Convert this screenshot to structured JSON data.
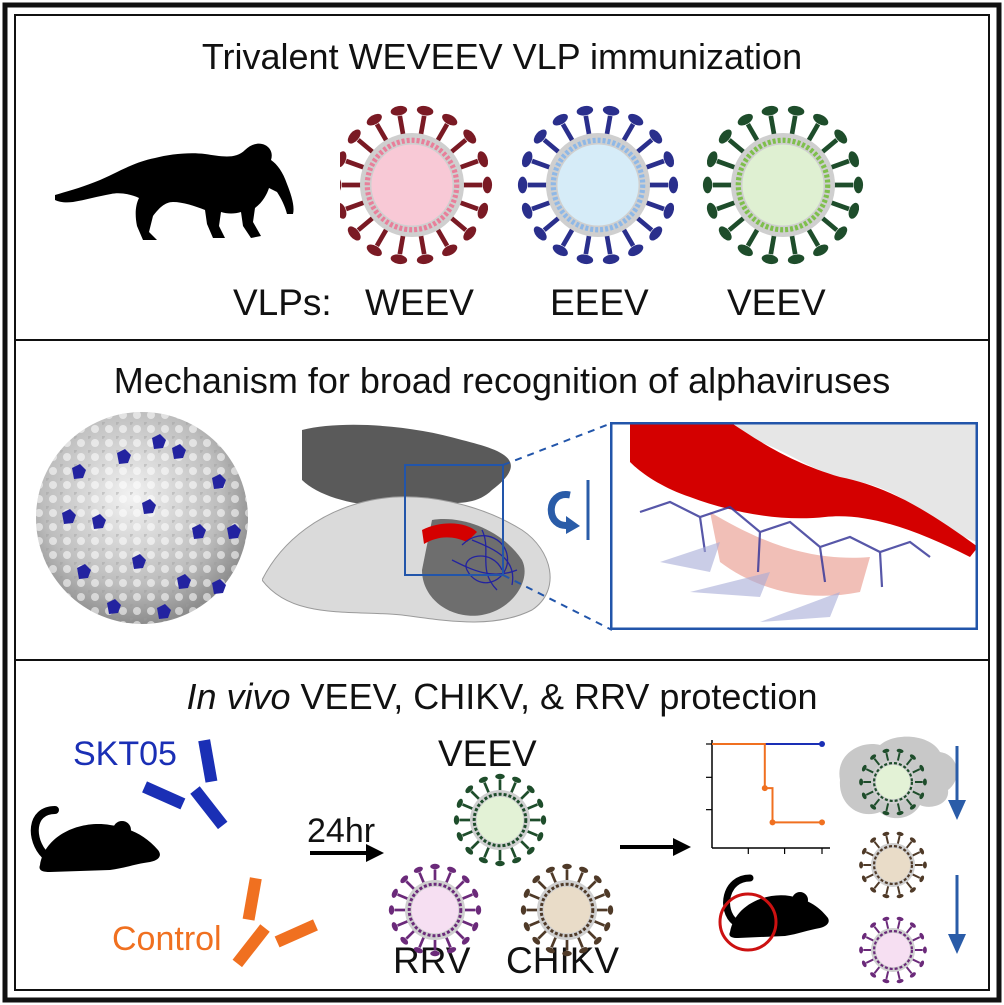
{
  "panel1": {
    "title": "Trivalent WEVEEV VLP immunization",
    "vlps_label": "VLPs:",
    "particles": [
      {
        "label": "WEEV",
        "spike": "#7a1a24",
        "shell": "#d9d9d9",
        "membrane": "#e87f9a",
        "core": "#f8c9d6"
      },
      {
        "label": "EEEV",
        "spike": "#2a2f8c",
        "shell": "#d9d9d9",
        "membrane": "#8fb8e6",
        "core": "#d6ecf8"
      },
      {
        "label": "VEEV",
        "spike": "#1e4d2b",
        "shell": "#d9d9d9",
        "membrane": "#7fbf4d",
        "core": "#dff0d2"
      }
    ],
    "animal_icon": "macaque-silhouette-icon"
  },
  "panel2": {
    "title": "Mechanism for broad recognition of alphaviruses",
    "colors": {
      "epitope": "#d40000",
      "antibody": "#2323a0",
      "frame": "#2255aa"
    }
  },
  "panel3": {
    "title_italic": "In vivo",
    "title_rest": " VEEV, CHIKV, & RRV protection",
    "antibody_label": "SKT05",
    "control_label": "Control",
    "time_label": "24hr",
    "viruses": [
      {
        "label": "VEEV",
        "spike": "#1e4d2b",
        "core": "#e3f2d6"
      },
      {
        "label": "RRV",
        "spike": "#6b2a7a",
        "core": "#f6dff2"
      },
      {
        "label": "CHIKV",
        "spike": "#4f3a28",
        "core": "#e9dcc8"
      }
    ],
    "colors": {
      "skt05": "#1a2fb5",
      "control": "#f07020",
      "arrow": "#2a5ca8"
    },
    "survival": {
      "type": "line",
      "series": [
        {
          "color": "#1a2fb5",
          "points": [
            [
              0,
              1
            ],
            [
              1,
              1
            ]
          ]
        },
        {
          "color": "#f07020",
          "points": [
            [
              0,
              1
            ],
            [
              0.48,
              1
            ],
            [
              0.48,
              0.55
            ],
            [
              0.55,
              0.55
            ],
            [
              0.55,
              0.2
            ],
            [
              1,
              0.2
            ]
          ]
        }
      ]
    }
  }
}
